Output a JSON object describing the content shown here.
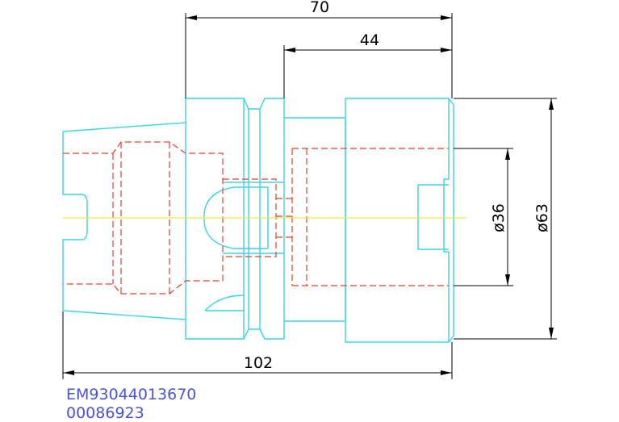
{
  "dimensions": {
    "overall_length": "102",
    "upper_length": "70",
    "inner_length": "44",
    "bore_diameter": "ø36",
    "outer_diameter": "ø63"
  },
  "codes": {
    "part_number": "EM93044013670",
    "article_number": "00086923"
  },
  "colors": {
    "outline": "#39d6e6",
    "hidden_lines": "#e0402f",
    "center_line": "#eded33",
    "dimensions": "#000000",
    "codes": "#4a54d6"
  }
}
